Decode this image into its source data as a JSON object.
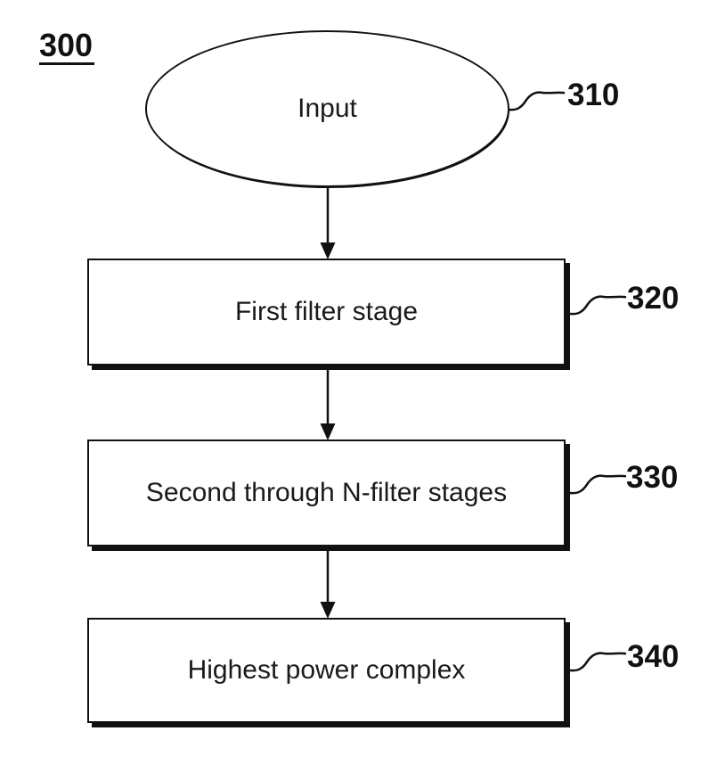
{
  "figure_label": "300",
  "nodes": [
    {
      "id": "input",
      "shape": "ellipse",
      "label": "Input",
      "ref": "310"
    },
    {
      "id": "first-filter-stage",
      "shape": "rect",
      "label": "First filter stage",
      "ref": "320"
    },
    {
      "id": "second-through-n-filter-stages",
      "shape": "rect",
      "label": "Second through N-filter stages",
      "ref": "330"
    },
    {
      "id": "highest-power-complex",
      "shape": "rect",
      "label": "Highest power complex",
      "ref": "340"
    }
  ],
  "colors": {
    "ink": "#111111",
    "background": "#ffffff"
  }
}
